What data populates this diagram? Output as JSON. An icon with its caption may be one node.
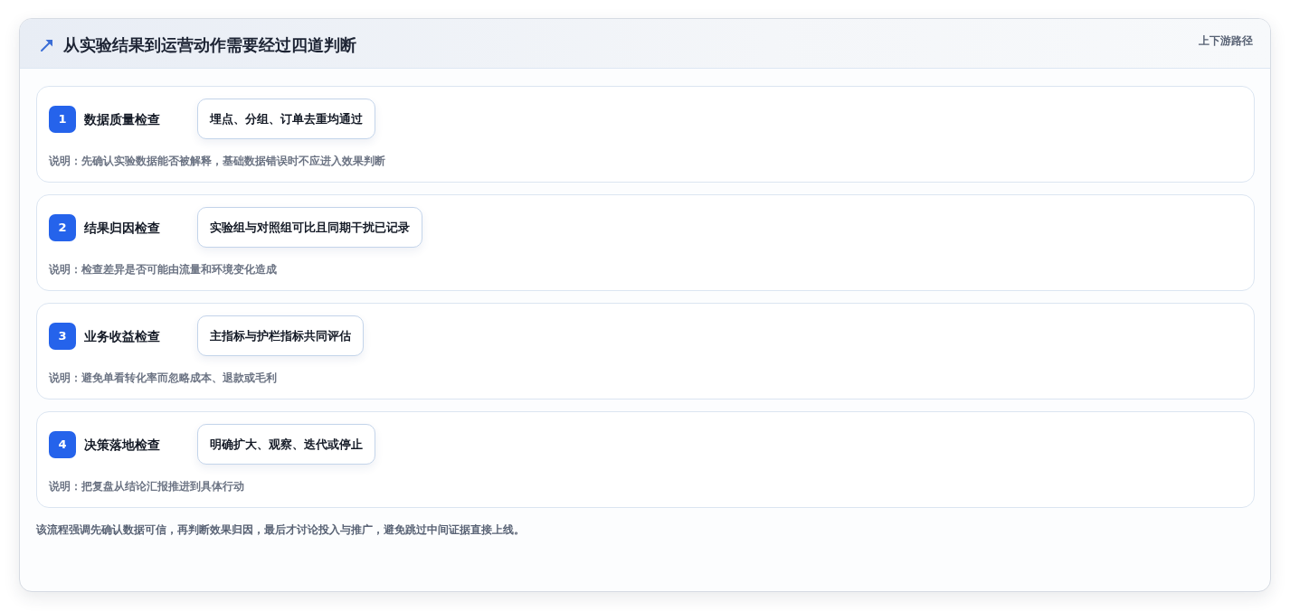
{
  "diagram": {
    "title": "从实验结果到运营动作需要经过四道判断",
    "caption": "该流程强调先确认数据可信，再判断效果归因，最后才讨论投入与推广，避免跳过中间证据直接上线。",
    "nodes": [
      {
        "text": [
          "数据质量检查",
          "说明：先确认实验数据能否被解释，基础数据错误时不应进入效果判断"
        ]
      },
      {
        "text": [
          "1"
        ],
        "in": 0
      },
      {
        "text": [
          "埋点、分组、订单去重均通过"
        ],
        "in": 0
      },
      {
        "text": [
          "结果归因检查",
          "说明：检查差异是否可能由流量和环境变化造成"
        ]
      },
      {
        "text": [
          "2"
        ],
        "in": 3
      },
      {
        "text": [
          "实验组与对照组可比且同期干扰已记录"
        ],
        "in": 3
      },
      {
        "text": [
          "业务收益检查",
          "说明：避免单看转化率而忽略成本、退款或毛利"
        ]
      },
      {
        "text": [
          "3"
        ],
        "in": 6
      },
      {
        "text": [
          "主指标与护栏指标共同评估"
        ],
        "in": 6
      },
      {
        "text": [
          "决策落地检查",
          "说明：把复盘从结论汇报推进到具体行动"
        ]
      },
      {
        "text": [
          "4"
        ],
        "in": 9
      },
      {
        "text": [
          "明确扩大、观察、迭代或停止"
        ],
        "in": 9
      }
    ],
    "labels": [
      "上下游路径"
    ]
  }
}
